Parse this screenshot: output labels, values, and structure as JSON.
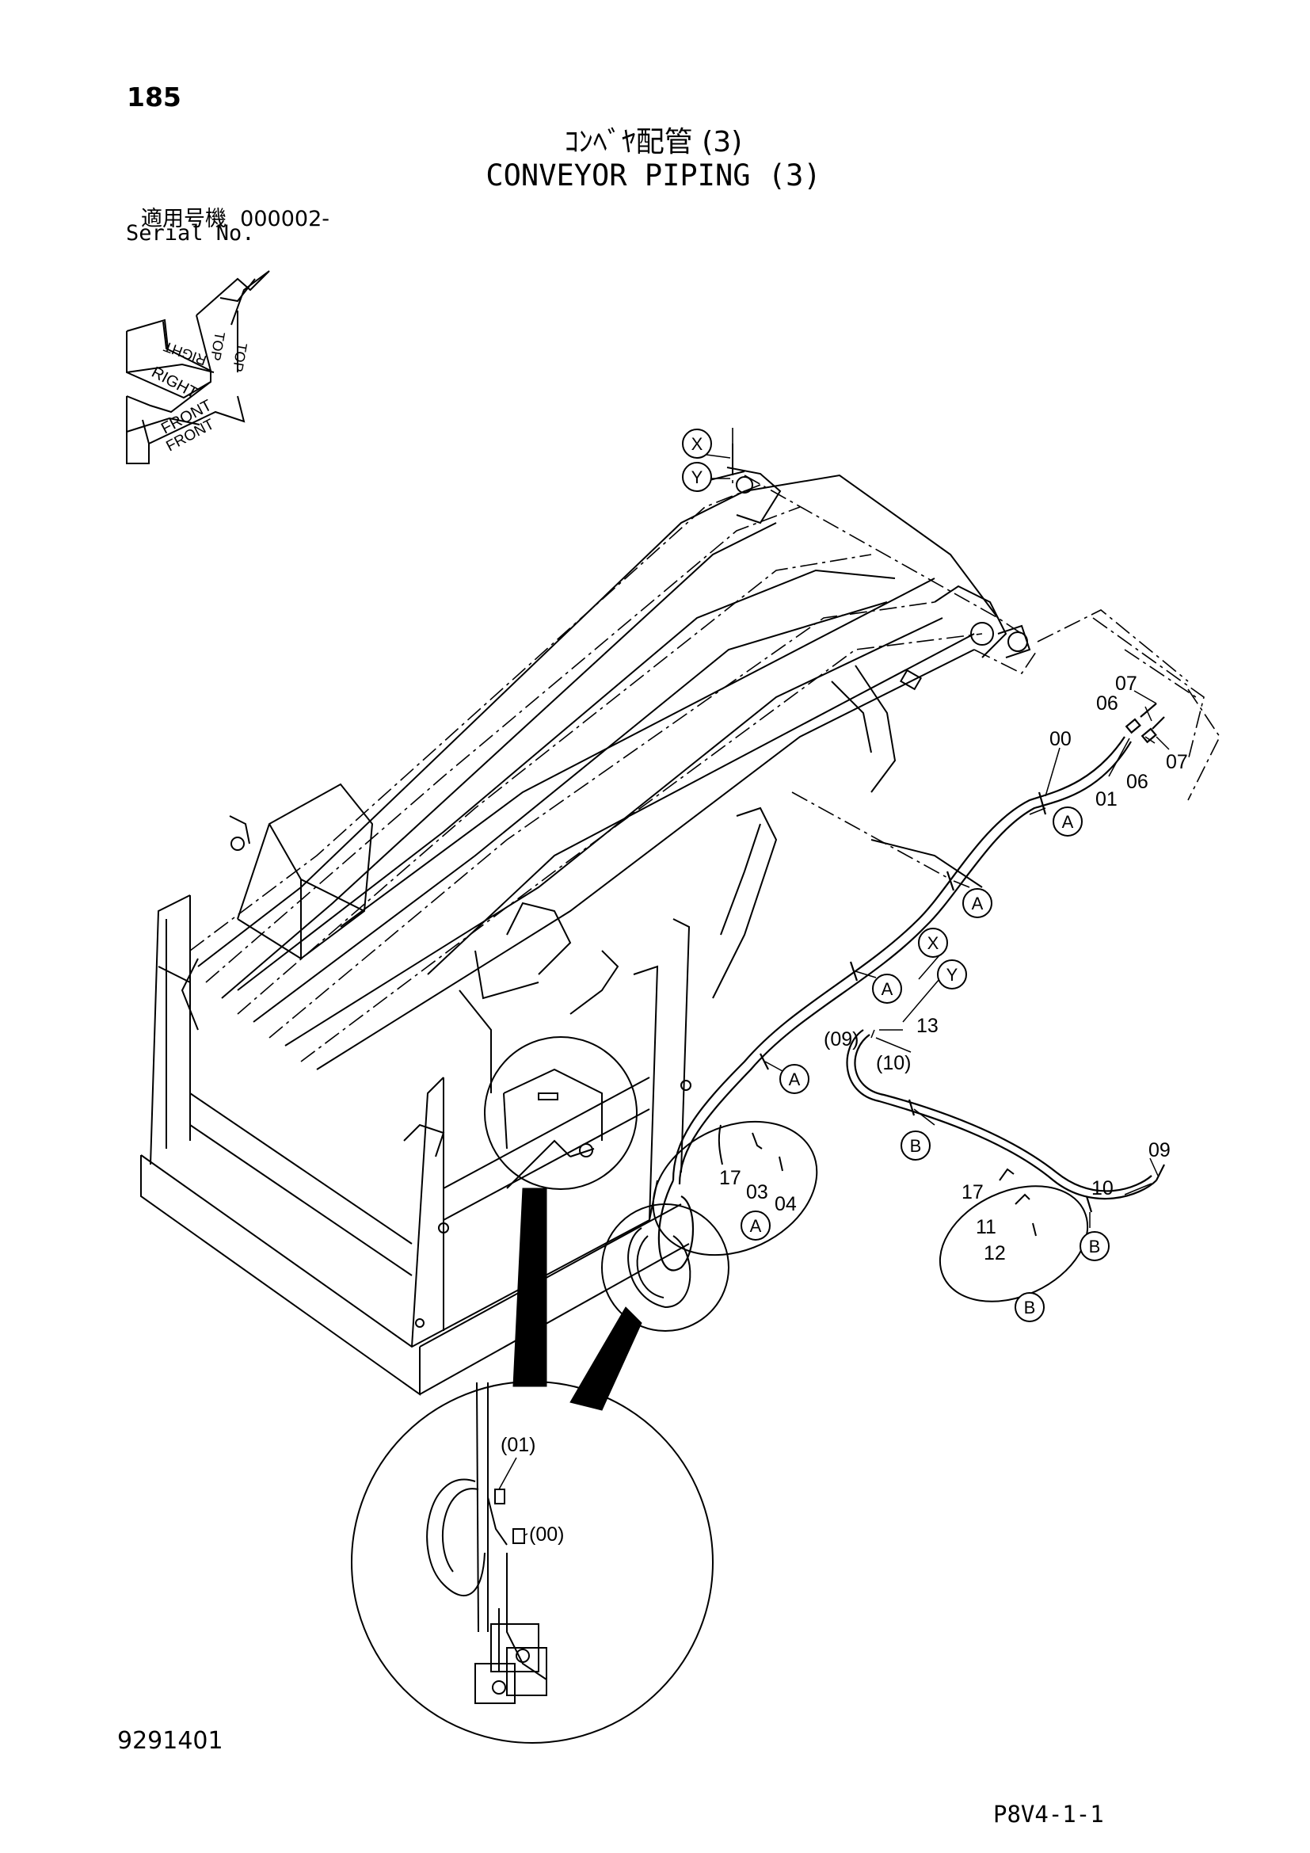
{
  "header": {
    "page_number": "185",
    "title_jp": "ｺﾝﾍﾞﾔ配管 (3)",
    "title_en": "CONVEYOR PIPING (3)",
    "serial_label_jp": "適用号機",
    "serial_value": "000002-",
    "serial_label_en": "Serial No."
  },
  "orientation": {
    "right": "RIGHT",
    "front_1": "FRONT",
    "front_2": "FRONT",
    "right_mirrored": "RIGHT",
    "top_1": "TOP",
    "top_2": "TOP"
  },
  "callouts": {
    "x_top": "X",
    "y_top": "Y",
    "x_mid": "X",
    "y_mid": "Y",
    "a1": "A",
    "a2": "A",
    "a3": "A",
    "a4": "A",
    "a_detail": "A",
    "b1": "B",
    "b2": "B",
    "b_detail": "B"
  },
  "part_labels": {
    "p07a": "07",
    "p06a": "06",
    "p00": "00",
    "p01": "01",
    "p06b": "06",
    "p07b": "07",
    "p09paren": "(09)",
    "p13": "13",
    "p10paren": "(10)",
    "p17a": "17",
    "p03": "03",
    "p04": "04",
    "p09": "09",
    "p10": "10",
    "p17b": "17",
    "p11": "11",
    "p12": "12",
    "p01paren": "(01)",
    "p00paren": "(00)"
  },
  "footer": {
    "doc_number": "9291401",
    "page_code": "P8V4-1-1"
  }
}
